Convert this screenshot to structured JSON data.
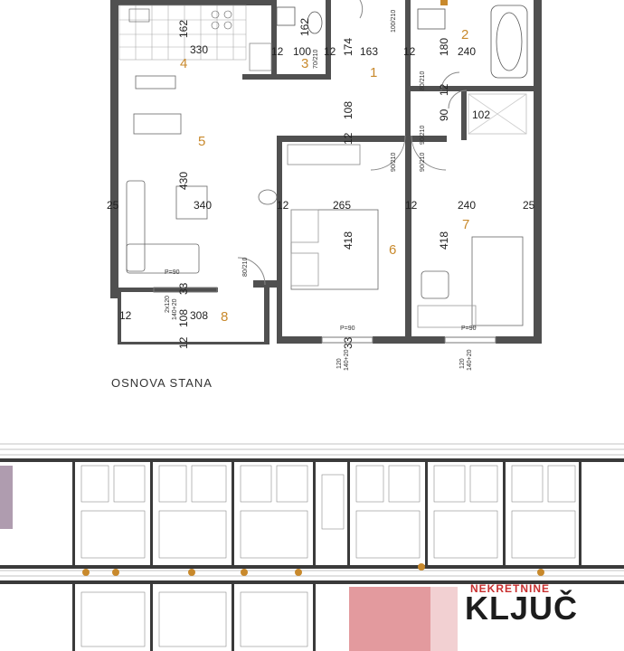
{
  "title": "OSNOVA STANA",
  "rooms": [
    {
      "number": "1"
    },
    {
      "number": "2"
    },
    {
      "number": "3"
    },
    {
      "number": "4"
    },
    {
      "number": "5"
    },
    {
      "number": "6"
    },
    {
      "number": "7"
    },
    {
      "number": "8"
    }
  ],
  "dimensions": [
    "162",
    "330",
    "12",
    "100",
    "162",
    "12",
    "163",
    "174",
    "12",
    "180",
    "240",
    "12",
    "108",
    "12",
    "90",
    "102",
    "430",
    "340",
    "12",
    "265",
    "418",
    "12",
    "240",
    "418",
    "25",
    "25",
    "33",
    "12",
    "108",
    "308",
    "12",
    "33"
  ],
  "door_labels": [
    "100/210",
    "70/210",
    "80/210",
    "90/210",
    "90/210",
    "90/210",
    "80/210"
  ],
  "window_labels": [
    "P=90",
    "P=90",
    "P=90",
    "2x120",
    "140+20",
    "120",
    "140+20",
    "120",
    "140+20"
  ],
  "logo": {
    "top_text": "NEKRETNINE",
    "main_text": "KLJUČ"
  },
  "colors": {
    "wall": "#505050",
    "accent": "#c8892c",
    "highlight": "#d9787e",
    "brand": "#c93030"
  }
}
